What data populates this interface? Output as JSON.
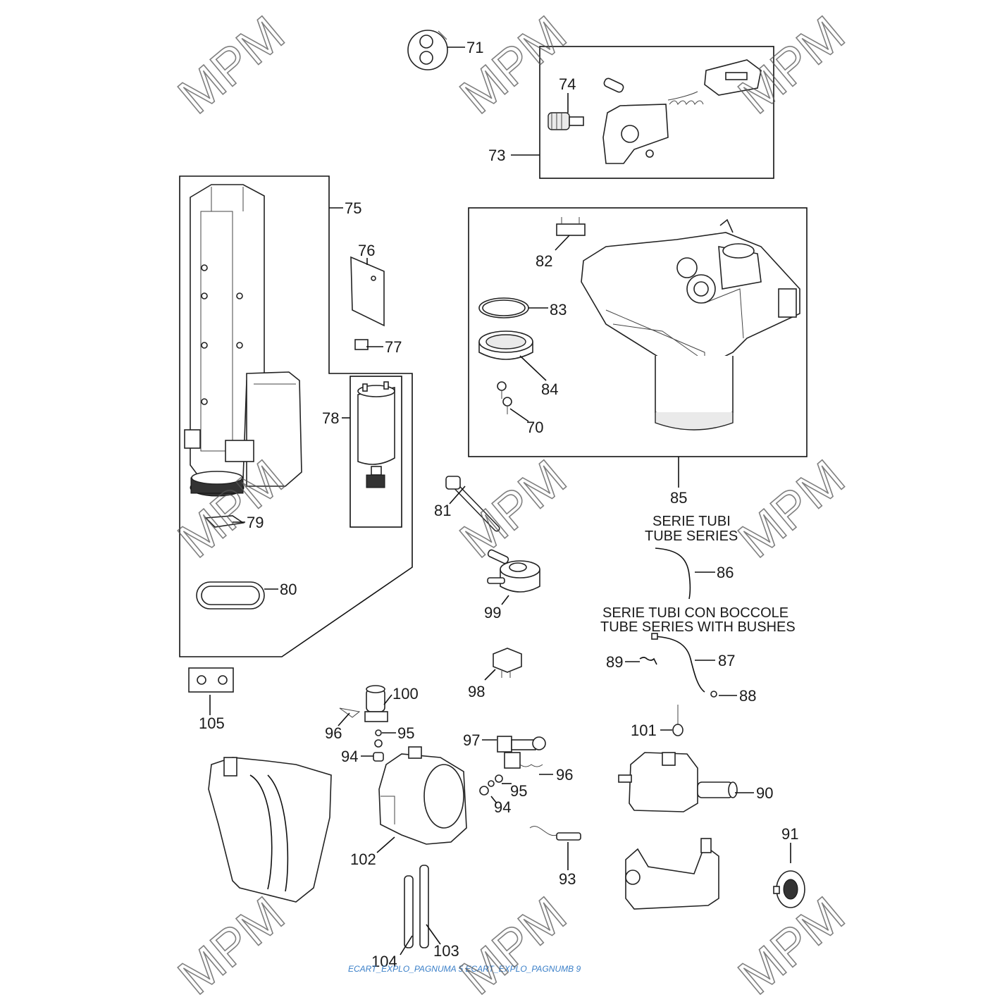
{
  "colors": {
    "line": "#111111",
    "footer": "#3a7fc8",
    "watermark": "#555555"
  },
  "watermark": {
    "text": "MPM"
  },
  "series": {
    "tubes_it": "SERIE TUBI",
    "tubes_en": "TUBE SERIES",
    "bushes_it": "SERIE TUBI CON BOCCOLE",
    "bushes_en": "TUBE SERIES WITH BUSHES"
  },
  "footer": "ECART_EXPLO_PAGNUMA 5 ECART_EXPLO_PAGNUMB 9",
  "parts": {
    "p70": "70",
    "p71": "71",
    "p73": "73",
    "p74": "74",
    "p75": "75",
    "p76": "76",
    "p77": "77",
    "p78": "78",
    "p79": "79",
    "p80": "80",
    "p81": "81",
    "p82": "82",
    "p83": "83",
    "p84": "84",
    "p85": "85",
    "p86": "86",
    "p87": "87",
    "p88": "88",
    "p89": "89",
    "p90": "90",
    "p91": "91",
    "p93": "93",
    "p94a": "94",
    "p94b": "94",
    "p95a": "95",
    "p95b": "95",
    "p96a": "96",
    "p96b": "96",
    "p97": "97",
    "p98": "98",
    "p99": "99",
    "p100": "100",
    "p101": "101",
    "p102": "102",
    "p103": "103",
    "p104": "104",
    "p105": "105"
  }
}
